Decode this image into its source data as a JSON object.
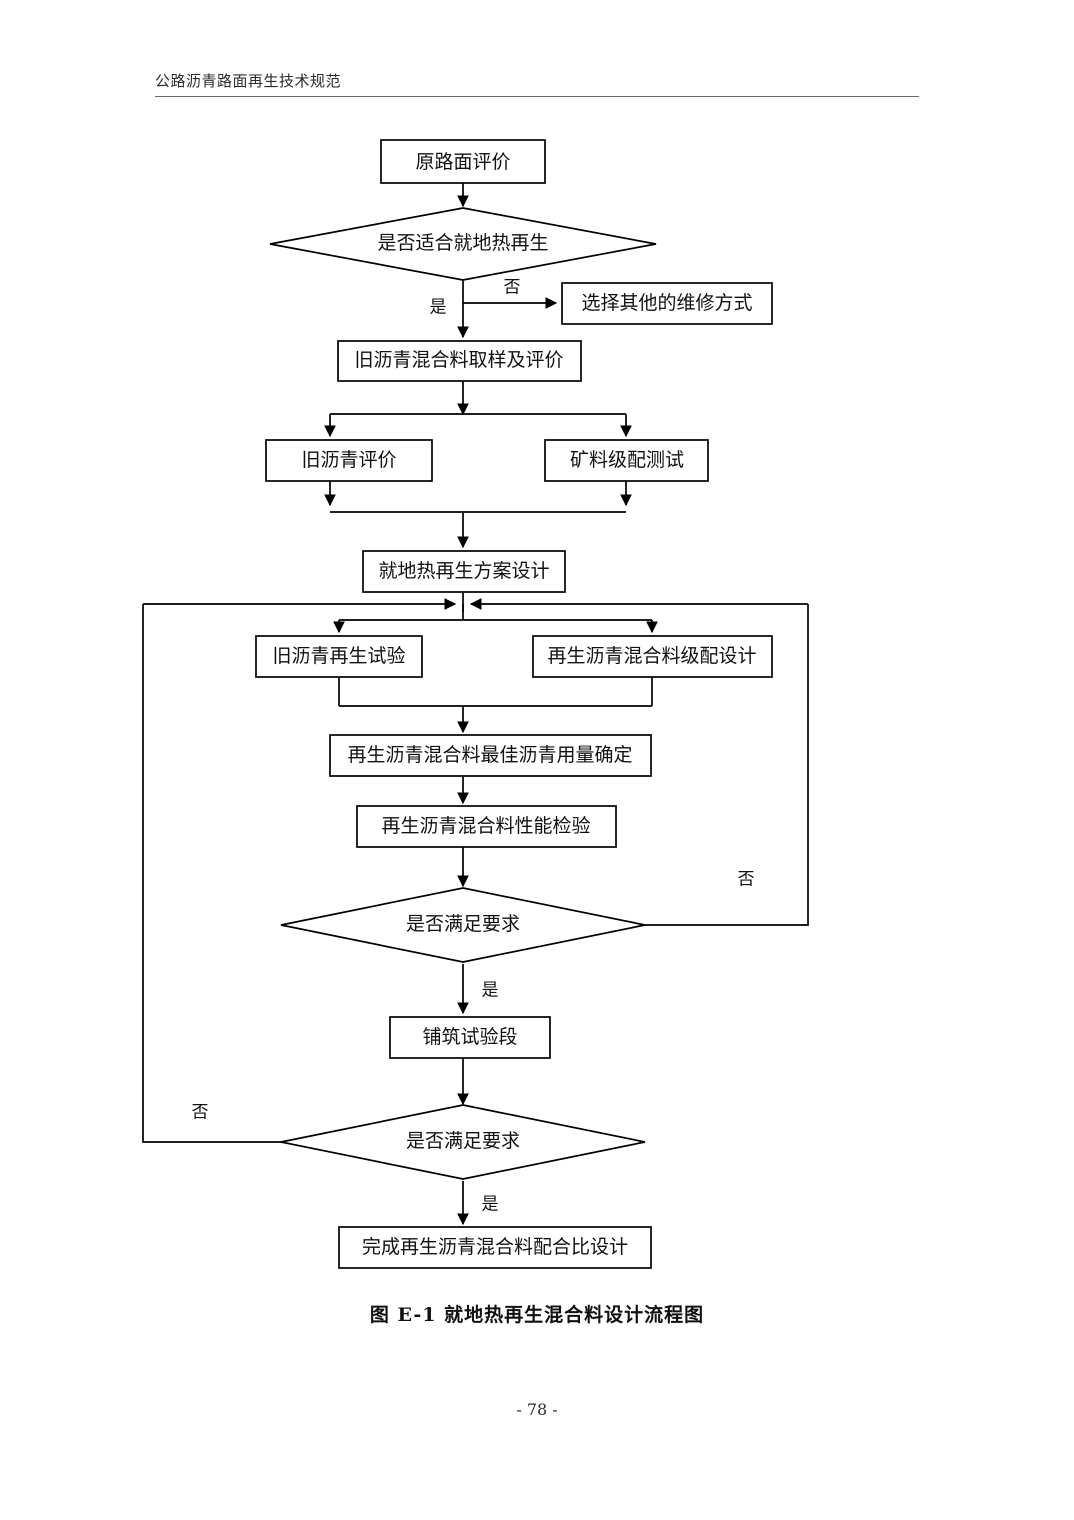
{
  "page": {
    "header_title": "公路沥青路面再生技术规范",
    "caption": "图 E-1  就地热再生混合料设计流程图",
    "folio": "- 78 -"
  },
  "flowchart": {
    "title": "就地热再生混合料设计流程图",
    "type": "flowchart",
    "nodes": [
      {
        "id": "n1",
        "shape": "box",
        "label": "原路面评价"
      },
      {
        "id": "d1",
        "shape": "diamond",
        "label": "是否适合就地热再生"
      },
      {
        "id": "n2",
        "shape": "box",
        "label": "选择其他的维修方式"
      },
      {
        "id": "n3",
        "shape": "box",
        "label": "旧沥青混合料取样及评价"
      },
      {
        "id": "n4",
        "shape": "box",
        "label": "旧沥青评价"
      },
      {
        "id": "n5",
        "shape": "box",
        "label": "矿料级配测试"
      },
      {
        "id": "n6",
        "shape": "box",
        "label": "就地热再生方案设计"
      },
      {
        "id": "n7",
        "shape": "box",
        "label": "旧沥青再生试验"
      },
      {
        "id": "n8",
        "shape": "box",
        "label": "再生沥青混合料级配设计"
      },
      {
        "id": "n9",
        "shape": "box",
        "label": "再生沥青混合料最佳沥青用量确定"
      },
      {
        "id": "n10",
        "shape": "box",
        "label": "再生沥青混合料性能检验"
      },
      {
        "id": "d2",
        "shape": "diamond",
        "label": "是否满足要求"
      },
      {
        "id": "n11",
        "shape": "box",
        "label": "铺筑试验段"
      },
      {
        "id": "d3",
        "shape": "diamond",
        "label": "是否满足要求"
      },
      {
        "id": "n12",
        "shape": "box",
        "label": "完成再生沥青混合料配合比设计"
      }
    ],
    "edge_labels": {
      "d1_yes": "是",
      "d1_no": "否",
      "d2_yes": "是",
      "d2_no": "否",
      "d3_yes": "是",
      "d3_no": "否"
    }
  }
}
